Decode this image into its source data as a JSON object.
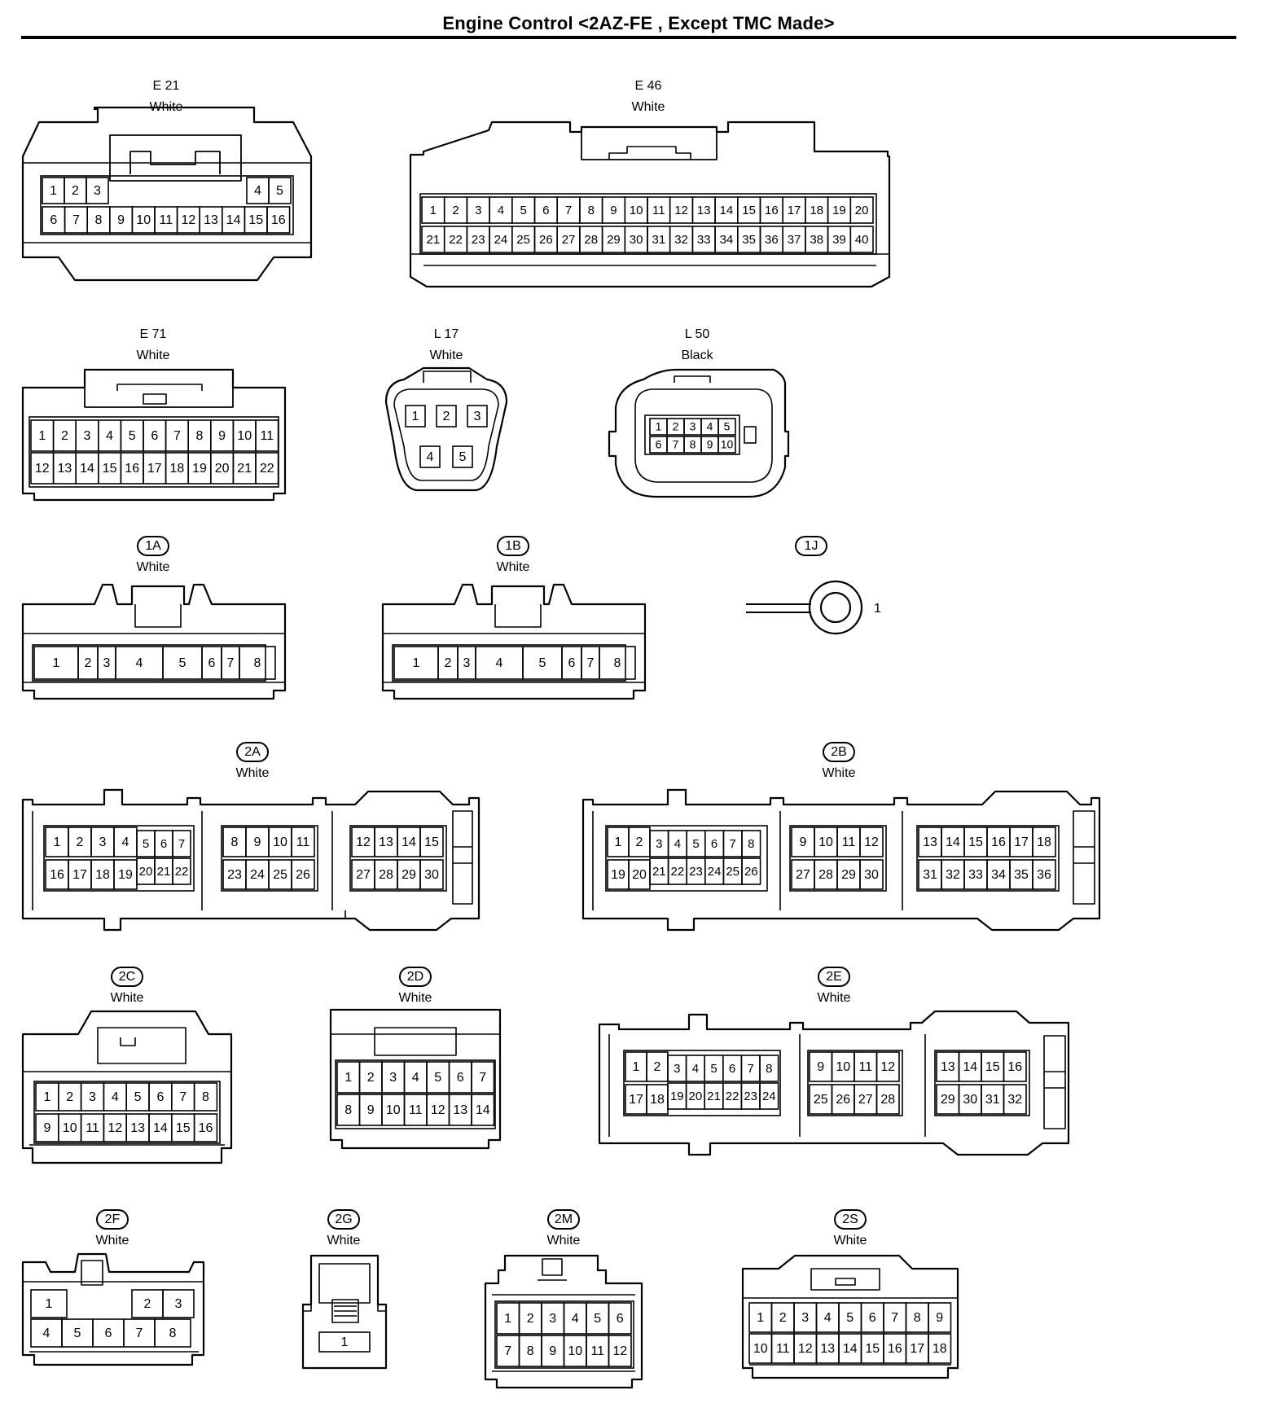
{
  "title": "Engine Control <2AZ-FE , Except TMC Made>",
  "connectors": [
    {
      "id": "E 21",
      "color": "White",
      "badge": false,
      "rows": [
        [
          "1",
          "2",
          "3",
          "",
          "",
          "",
          "",
          "",
          "",
          "",
          "4",
          "5"
        ],
        [
          "6",
          "7",
          "8",
          "9",
          "10",
          "11",
          "12",
          "13",
          "14",
          "15",
          "16"
        ]
      ]
    },
    {
      "id": "E 46",
      "color": "White",
      "badge": false,
      "rows": [
        [
          "1",
          "2",
          "3",
          "4",
          "5",
          "6",
          "7",
          "8",
          "9",
          "10",
          "11",
          "12",
          "13",
          "14",
          "15",
          "16",
          "17",
          "18",
          "19",
          "20"
        ],
        [
          "21",
          "22",
          "23",
          "24",
          "25",
          "26",
          "27",
          "28",
          "29",
          "30",
          "31",
          "32",
          "33",
          "34",
          "35",
          "36",
          "37",
          "38",
          "39",
          "40"
        ]
      ]
    },
    {
      "id": "E 71",
      "color": "White",
      "badge": false,
      "rows": [
        [
          "1",
          "2",
          "3",
          "4",
          "5",
          "6",
          "7",
          "8",
          "9",
          "10",
          "11"
        ],
        [
          "12",
          "13",
          "14",
          "15",
          "16",
          "17",
          "18",
          "19",
          "20",
          "21",
          "22"
        ]
      ]
    },
    {
      "id": "L 17",
      "color": "White",
      "badge": false,
      "rows": [
        [
          "1",
          "2",
          "3"
        ],
        [
          "4",
          "5"
        ]
      ]
    },
    {
      "id": "L 50",
      "color": "Black",
      "badge": false,
      "rows": [
        [
          "1",
          "2",
          "3",
          "4",
          "5"
        ],
        [
          "6",
          "7",
          "8",
          "9",
          "10"
        ]
      ]
    },
    {
      "id": "1A",
      "color": "White",
      "badge": true,
      "rows": [
        [
          "1",
          "2",
          "3",
          "4",
          "5",
          "6",
          "7",
          "8"
        ]
      ]
    },
    {
      "id": "1B",
      "color": "White",
      "badge": true,
      "rows": [
        [
          "1",
          "2",
          "3",
          "4",
          "5",
          "6",
          "7",
          "8"
        ]
      ]
    },
    {
      "id": "1J",
      "color": "",
      "badge": true,
      "rows": [
        [
          "1"
        ]
      ]
    },
    {
      "id": "2A",
      "color": "White",
      "badge": true,
      "rows": [
        [
          "1",
          "2",
          "3",
          "4",
          "5",
          "6",
          "7",
          "8",
          "9",
          "10",
          "11",
          "12",
          "13",
          "14",
          "15"
        ],
        [
          "16",
          "17",
          "18",
          "19",
          "20",
          "21",
          "22",
          "23",
          "24",
          "25",
          "26",
          "27",
          "28",
          "29",
          "30"
        ]
      ]
    },
    {
      "id": "2B",
      "color": "White",
      "badge": true,
      "rows": [
        [
          "1",
          "2",
          "3",
          "4",
          "5",
          "6",
          "7",
          "8",
          "9",
          "10",
          "11",
          "12",
          "13",
          "14",
          "15",
          "16",
          "17",
          "18"
        ],
        [
          "19",
          "20",
          "21",
          "22",
          "23",
          "24",
          "25",
          "26",
          "27",
          "28",
          "29",
          "30",
          "31",
          "32",
          "33",
          "34",
          "35",
          "36"
        ]
      ]
    },
    {
      "id": "2C",
      "color": "White",
      "badge": true,
      "rows": [
        [
          "1",
          "2",
          "3",
          "4",
          "5",
          "6",
          "7",
          "8"
        ],
        [
          "9",
          "10",
          "11",
          "12",
          "13",
          "14",
          "15",
          "16"
        ]
      ]
    },
    {
      "id": "2D",
      "color": "White",
      "badge": true,
      "rows": [
        [
          "1",
          "2",
          "3",
          "4",
          "5",
          "6",
          "7"
        ],
        [
          "8",
          "9",
          "10",
          "11",
          "12",
          "13",
          "14"
        ]
      ]
    },
    {
      "id": "2E",
      "color": "White",
      "badge": true,
      "rows": [
        [
          "1",
          "2",
          "3",
          "4",
          "5",
          "6",
          "7",
          "8",
          "9",
          "10",
          "11",
          "12",
          "13",
          "14",
          "15",
          "16"
        ],
        [
          "17",
          "18",
          "19",
          "20",
          "21",
          "22",
          "23",
          "24",
          "25",
          "26",
          "27",
          "28",
          "29",
          "30",
          "31",
          "32"
        ]
      ]
    },
    {
      "id": "2F",
      "color": "White",
      "badge": true,
      "rows": [
        [
          "1",
          "2",
          "3"
        ],
        [
          "4",
          "5",
          "6",
          "7",
          "8"
        ]
      ]
    },
    {
      "id": "2G",
      "color": "White",
      "badge": true,
      "rows": [
        [
          "1"
        ]
      ]
    },
    {
      "id": "2M",
      "color": "White",
      "badge": true,
      "rows": [
        [
          "1",
          "2",
          "3",
          "4",
          "5",
          "6"
        ],
        [
          "7",
          "8",
          "9",
          "10",
          "11",
          "12"
        ]
      ]
    },
    {
      "id": "2S",
      "color": "White",
      "badge": true,
      "rows": [
        [
          "1",
          "2",
          "3",
          "4",
          "5",
          "6",
          "7",
          "8",
          "9"
        ],
        [
          "10",
          "11",
          "12",
          "13",
          "14",
          "15",
          "16",
          "17",
          "18"
        ]
      ]
    }
  ]
}
